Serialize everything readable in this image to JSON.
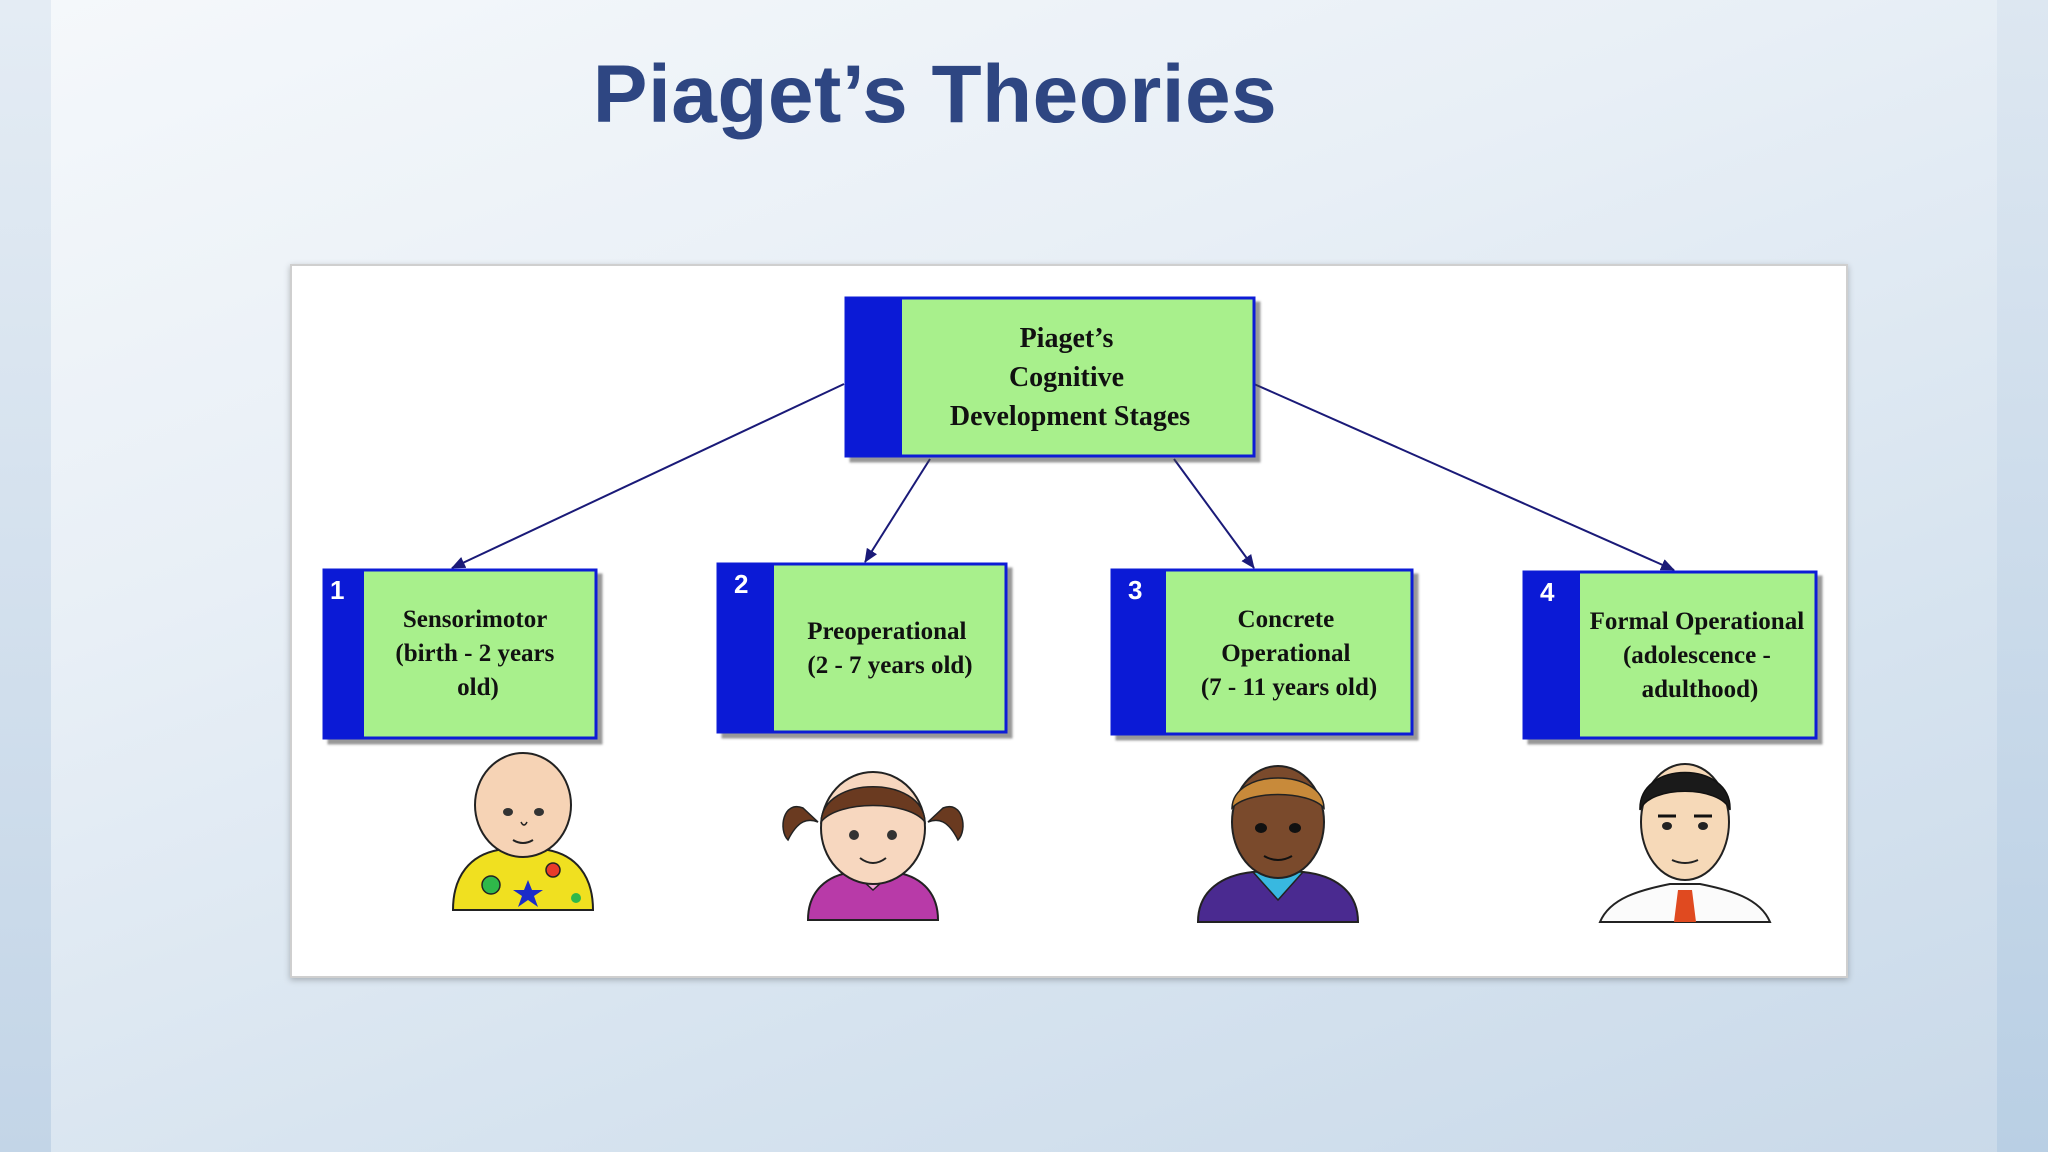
{
  "slide": {
    "title": "Piaget’s Theories"
  },
  "diagram": {
    "root": {
      "lines": [
        "Piaget’s",
        "Cognitive",
        "Development Stages"
      ]
    },
    "stages": [
      {
        "number": "1",
        "lines": [
          "Sensorimotor",
          "(birth - 2 years",
          "old)"
        ],
        "figure": "baby-illustration"
      },
      {
        "number": "2",
        "lines": [
          "Preoperational",
          "(2 - 7 years old)"
        ],
        "figure": "girl-with-pigtails-illustration"
      },
      {
        "number": "3",
        "lines": [
          "Concrete",
          "Operational",
          "(7 - 11 years old)"
        ],
        "figure": "boy-illustration"
      },
      {
        "number": "4",
        "lines": [
          "Formal Operational",
          "(adolescence -",
          "adulthood)"
        ],
        "figure": "man-illustration"
      }
    ],
    "colors": {
      "box_fill": "#a8f08c",
      "box_band": "#0b1ad6",
      "arrow": "#1a1a78",
      "title": "#2e4682"
    }
  }
}
